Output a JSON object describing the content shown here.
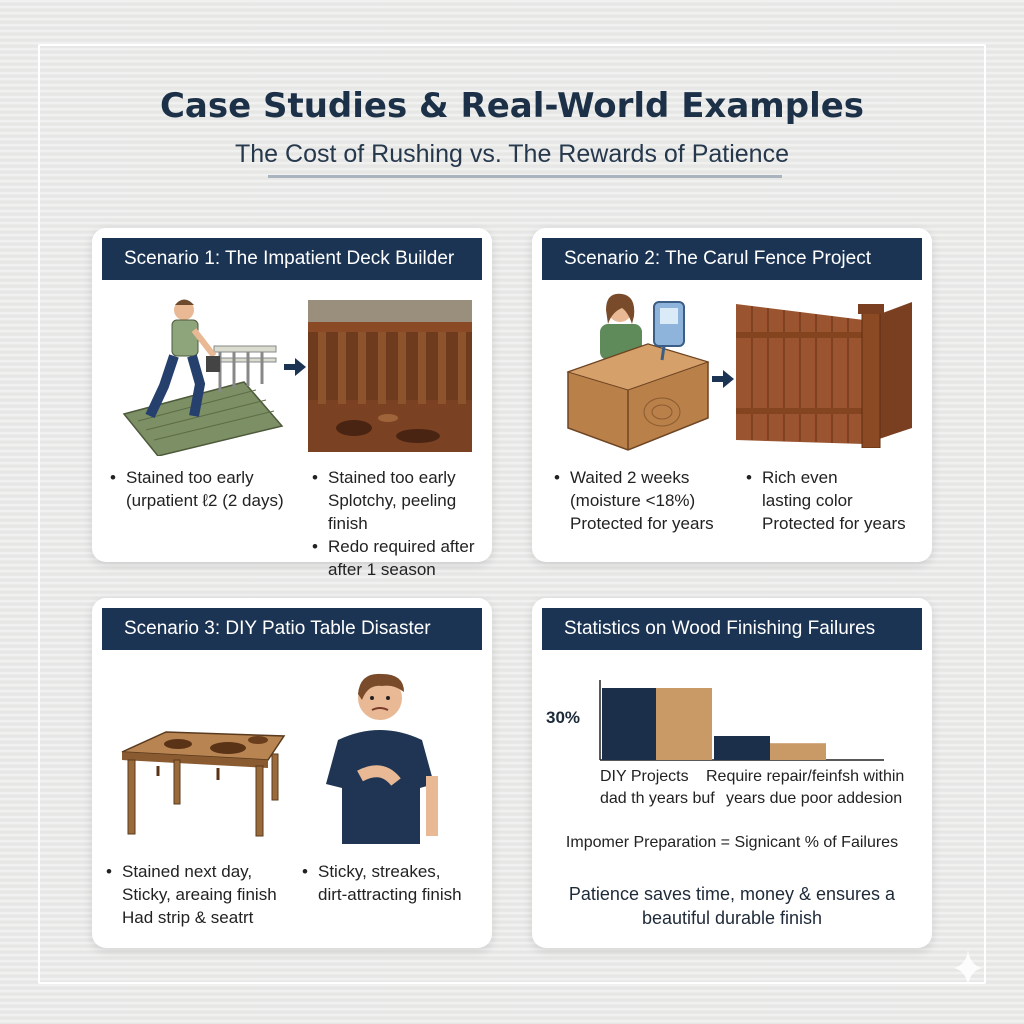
{
  "title": "Case Studies & Real-World Examples",
  "subtitle": "The Cost of Rushing vs. The Rewards of Patience",
  "cards": {
    "s1": {
      "header": "Scenario 1: The Impatient Deck Builder",
      "left_bullets": [
        "Stained too early",
        "(urpatient ℓ2 (2 days)"
      ],
      "right_bullets": [
        "Stained too early",
        "Splotchy, peeling finish",
        "Redo required after",
        "after 1 season"
      ]
    },
    "s2": {
      "header": "Scenario 2: The Carul Fence Project",
      "left_bullets": [
        "Waited 2 weeks",
        "(moisture <18%)",
        "Protected for years"
      ],
      "right_bullets": [
        "Rich even",
        "lasting color",
        "Protected for years"
      ]
    },
    "s3": {
      "header": "Scenario 3: DIY Patio Table Disaster",
      "left_bullets": [
        "Stained next day,",
        "Sticky, areaing finish",
        "Had strip & seatrt"
      ],
      "right_bullets": [
        "Sticky, streakes,",
        "dirt-attracting finish"
      ]
    },
    "stats": {
      "header": "Statistics on Wood Finishing Failures",
      "axis_value": "30%",
      "cat_left_line1": "DIY Projects",
      "cat_left_line2": "dad th years buf",
      "cat_right_line1": "Require repair/feinfsh within",
      "cat_right_line2": "years due poor addesion",
      "equation": "Impomer Preparation = Signicant % of Failures",
      "conclusion_line1": "Patience saves time, money & ensures a",
      "conclusion_line2": "beautiful durable finish"
    }
  },
  "chart_data": {
    "type": "bar",
    "categories": [
      "DIY Projects",
      "Require repair/feinfsh within"
    ],
    "series": [
      {
        "values": [
          30,
          10
        ]
      },
      {
        "values": [
          30,
          7
        ]
      }
    ],
    "ytick_labels": [
      "30%"
    ],
    "colors": [
      "#1b2f4a",
      "#c99a66"
    ]
  },
  "colors": {
    "header_bg": "#1c3454",
    "title": "#1c3148",
    "wood": "#8a4a26",
    "bar_dark": "#1b2f4a",
    "bar_tan": "#c99a66"
  }
}
